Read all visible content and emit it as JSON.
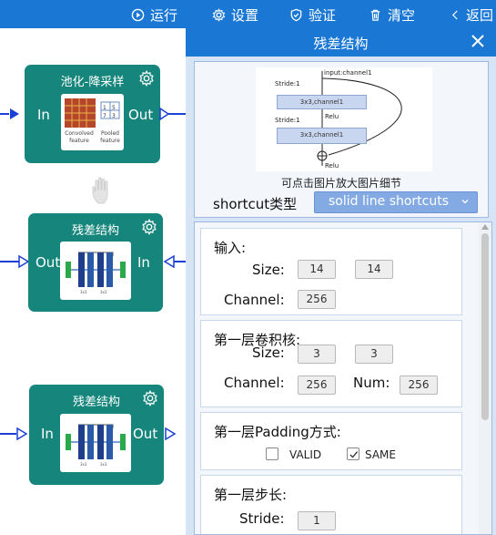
{
  "toolbar": {
    "run": "运行",
    "settings": "设置",
    "validate": "验证",
    "clear": "清空",
    "back": "返回"
  },
  "nodes": [
    {
      "title": "池化-降采样",
      "left_port": "In",
      "right_port": "Out",
      "img_label_1": "Convolved feature",
      "img_label_2": "Pooled feature"
    },
    {
      "title": "残差结构",
      "left_port": "Out",
      "right_port": "In"
    },
    {
      "title": "残差结构",
      "left_port": "In",
      "right_port": "Out"
    }
  ],
  "panel": {
    "title": "残差结构",
    "diagram": {
      "input": "input:channel1",
      "stride1": "Stride:1",
      "conv1": "3x3,channel1",
      "relu1": "Relu",
      "stride2": "Stride:1",
      "conv2": "3x3,channel1",
      "relu2": "Relu"
    },
    "caption": "可点击图片放大图片细节",
    "shortcut_label": "shortcut类型",
    "shortcut_value": "solid line shortcuts",
    "input_section": {
      "title": "输入:",
      "size_label": "Size:",
      "size_h": "14",
      "size_w": "14",
      "channel_label": "Channel:",
      "channel": "256"
    },
    "kernel_section": {
      "title": "第一层卷积核:",
      "size_label": "Size:",
      "size_h": "3",
      "size_w": "3",
      "channel_label": "Channel:",
      "channel": "256",
      "num_label": "Num:",
      "num": "256"
    },
    "padding_section": {
      "title": "第一层Padding方式:",
      "valid_label": "VALID",
      "same_label": "SAME",
      "valid_checked": false,
      "same_checked": true
    },
    "stride_section": {
      "title": "第一层步长:",
      "stride_label": "Stride:",
      "stride": "1"
    }
  },
  "colors": {
    "toolbar": "#1a78d4",
    "node": "#16867c",
    "wire": "#1a40d8",
    "panel_bg": "#d6e4f5",
    "select": "#84aae4"
  }
}
